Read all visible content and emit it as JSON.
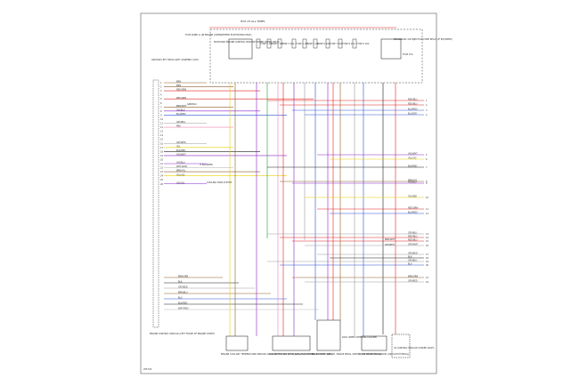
{
  "fuse_box": {
    "hot_label": "HOT AT ALL TIMES",
    "title": "FUSE PANEL & (IN ENGINE COMPARTMENT ELECTRONICS BOX)",
    "relay1": "MOTRONIC ENGINE CONTROL MODULE POWER SUPPLY RELAY",
    "relay2": "SECONDARY AIR INJECTION PUMP RELAY (IF EQUIPPED)",
    "fuse_labels": [
      "FUSE 1 15A",
      "FUSE 2 10A",
      "FUSE 3 20A",
      "FUSE 4 10A",
      "FUSE 5 15A",
      "FUSE 6 10A",
      "FUSE 7 20A",
      "FUSE 8 15A",
      "FUSE 9 10A"
    ],
    "fuse_right": "FUSE 15A"
  },
  "left_block": {
    "ground": "GROUND LEFT HEAD LIGHT ASSEMBLY G001",
    "if_equipped": "IF EQUIPPED",
    "cooling_fans": "COOLING FANS SYSTEM"
  },
  "left_wires": [
    {
      "pin": "1",
      "color": "BRN"
    },
    {
      "pin": "2",
      "color": "BRN"
    },
    {
      "pin": "3",
      "color": "RED/GRN"
    },
    {
      "pin": "4",
      "color": ""
    },
    {
      "pin": "5",
      "color": "RED/GRN"
    },
    {
      "pin": "6",
      "color": ""
    },
    {
      "pin": "7",
      "color": "BRN/WHT"
    },
    {
      "pin": "8",
      "color": "VIO/BLU"
    },
    {
      "pin": "9",
      "color": "BLU/RED"
    },
    {
      "pin": "10",
      "color": ""
    },
    {
      "pin": "11",
      "color": "GRY/BLU"
    },
    {
      "pin": "12",
      "color": "PNK"
    },
    {
      "pin": "13",
      "color": ""
    },
    {
      "pin": "14",
      "color": ""
    },
    {
      "pin": "15",
      "color": ""
    },
    {
      "pin": "16",
      "color": "GRY/RED"
    },
    {
      "pin": "17",
      "color": "YEL"
    },
    {
      "pin": "18",
      "color": "BLK/RED"
    },
    {
      "pin": "19",
      "color": "VIO/WHT"
    },
    {
      "pin": "20",
      "color": ""
    },
    {
      "pin": "21",
      "color": "VIO/BLU"
    },
    {
      "pin": "22",
      "color": "WHT/GRN"
    },
    {
      "pin": "23",
      "color": "BRN/YEL"
    },
    {
      "pin": "24",
      "color": "YEL/VIO"
    },
    {
      "pin": "25",
      "color": ""
    },
    {
      "pin": "26",
      "color": "VIO/YEL"
    }
  ],
  "left_wires_bottom": [
    {
      "color": "BRN/GRN"
    },
    {
      "color": "BLK"
    },
    {
      "color": "GRY/RED"
    },
    {
      "color": "BRN/BLU"
    },
    {
      "color": "BLU"
    },
    {
      "color": "BLK/RED"
    },
    {
      "color": "WHT/RED"
    }
  ],
  "mid_label": "GRN/BLU",
  "right_wires": [
    {
      "pin": "1",
      "color": "RED/BLU"
    },
    {
      "pin": "2",
      "color": "RED/BLU"
    },
    {
      "pin": "3",
      "color": "BLU/RED"
    },
    {
      "pin": "4",
      "color": "BLU/GRY"
    },
    {
      "pin": "5",
      "color": "VIO/WHT"
    },
    {
      "pin": "6",
      "color": "YEL/VIO"
    },
    {
      "pin": "7",
      "color": "BLK/RED"
    },
    {
      "pin": "8",
      "color": "BRN/VIO"
    },
    {
      "pin": "9",
      "color": "VIO/BLU"
    },
    {
      "pin": "10",
      "color": "YEL/RED"
    },
    {
      "pin": "11",
      "color": "RED/GRN"
    },
    {
      "pin": "12",
      "color": "BLU/RED"
    },
    {
      "pin": "13",
      "color": "GRY/BLU"
    },
    {
      "pin": "14",
      "color": "RED/BLU"
    },
    {
      "pin": "15",
      "color": "RED/BLU"
    },
    {
      "pin": "16",
      "color": "GRY/WHT"
    },
    {
      "pin": "17",
      "color": "GRY/RED"
    },
    {
      "pin": "18",
      "color": "BLK"
    },
    {
      "pin": "19",
      "color": "GRY/BLU"
    },
    {
      "pin": "20",
      "color": "BLU"
    },
    {
      "pin": "21",
      "color": "BRN/GRN"
    },
    {
      "pin": "22",
      "color": "GRY/RED"
    }
  ],
  "right_misc": [
    "BRN/WHT",
    "GRY/RED"
  ],
  "ecm_label": "ENGINE CONTROL MODULE (LEFT FRONT OF ENGINE COMPT)",
  "components": [
    {
      "label": "ENGINE COOLANT TEMPERATURE SENSOR (ON RADIATOR OUTLET IN RADIATOR HOSE)"
    },
    {
      "label": "LOW DETECTION PUMP (LDP) (IN RIGHT REAR WHEEL WELL)"
    },
    {
      "label": "BRAKE LIGHT SWITCH / BRAKE PEDAL SWITCH (ON BRAKE PEDAL)"
    },
    {
      "label": "DATA UPPER STEERING COLUMN"
    },
    {
      "label": "CLUTCH POSITION SENSOR (ON CLUTCH PEDAL)"
    },
    {
      "label": "VS CONTROL MODULE (UNDER DASH)"
    }
  ],
  "footer_code": "205744",
  "colors": {
    "brown": "#8b5a2b",
    "red": "#e0201c",
    "blue": "#2a50d8",
    "violet": "#8a22c8",
    "yellow": "#e8d000",
    "green": "#22a030",
    "gray": "#9a9a9a",
    "pink": "#f080b0",
    "black": "#1a1a1a",
    "white": "#e0e0e0",
    "orange": "#f08a10"
  }
}
